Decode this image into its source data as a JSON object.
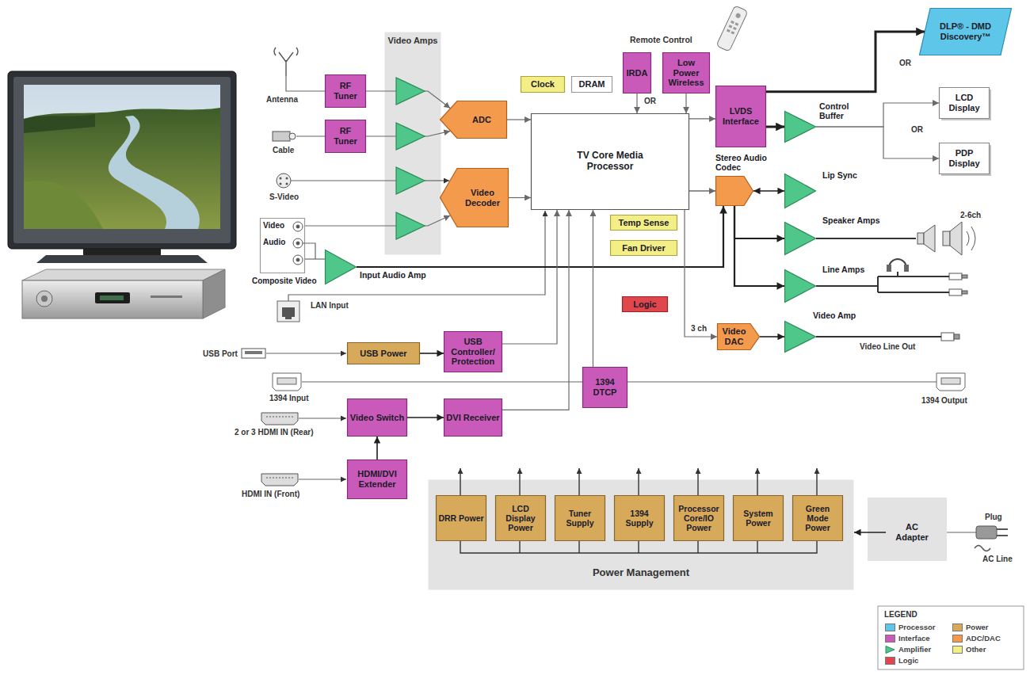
{
  "diagram": {
    "nodes": [
      {
        "text": [
          "Video Amps"
        ]
      },
      {
        "text": [
          "RF Tuner"
        ]
      },
      {
        "text": [
          "RF Tuner"
        ]
      },
      {
        "text": [
          "ADC"
        ]
      },
      {
        "text": [
          "Video Decoder"
        ]
      },
      {
        "text": [
          "Clock"
        ]
      },
      {
        "text": [
          "DRAM"
        ]
      },
      {
        "text": [
          "IRDA"
        ]
      },
      {
        "text": [
          "Low Power Wireless"
        ]
      },
      {
        "text": [
          "TV Core Media Processor"
        ]
      },
      {
        "text": [
          "LVDS Interface"
        ]
      },
      {
        "text": [
          "Control Buffer"
        ]
      },
      {
        "text": [
          "DLP® - DMD Discovery™"
        ]
      },
      {
        "text": [
          "LCD Display"
        ]
      },
      {
        "text": [
          "PDP Display"
        ]
      },
      {
        "text": [
          "Stereo Audio Codec"
        ]
      },
      {
        "text": [
          "Lip Sync"
        ]
      },
      {
        "text": [
          "Speaker Amps"
        ]
      },
      {
        "text": [
          "Line Amps"
        ]
      },
      {
        "text": [
          "Temp Sense"
        ]
      },
      {
        "text": [
          "Fan Driver"
        ]
      },
      {
        "text": [
          "Logic"
        ]
      },
      {
        "text": [
          "Video",
          "Audio",
          "Composite Video"
        ]
      },
      {
        "text": [
          "Input Audio Amp"
        ]
      },
      {
        "text": [
          "USB Power"
        ]
      },
      {
        "text": [
          "USB Controller/ Protection"
        ]
      },
      {
        "text": [
          "1394 DTCP"
        ]
      },
      {
        "text": [
          "Video DAC"
        ]
      },
      {
        "text": [
          "Video Amp"
        ]
      },
      {
        "text": [
          "Video Switch"
        ]
      },
      {
        "text": [
          "DVI Receiver"
        ]
      },
      {
        "text": [
          "HDMI/DVI Extender"
        ]
      },
      {
        "text": [
          "Power Management"
        ]
      },
      {
        "text": [
          "DRR Power"
        ],
        "in": 32
      },
      {
        "text": [
          "LCD Display Power"
        ],
        "in": 32
      },
      {
        "text": [
          "Tuner Supply"
        ],
        "in": 32
      },
      {
        "text": [
          "1394 Supply"
        ],
        "in": 32
      },
      {
        "text": [
          "Processor Core/IO Power"
        ],
        "in": 32
      },
      {
        "text": [
          "System Power"
        ],
        "in": 32
      },
      {
        "text": [
          "Green Mode Power"
        ],
        "in": 32
      },
      {
        "text": [
          "AC Adapter"
        ]
      }
    ],
    "edges": [
      {
        "from": 1,
        "to": 3,
        "arrow": "to"
      },
      {
        "from": 2,
        "to": 3,
        "arrow": "to"
      },
      {
        "from": 3,
        "to": 9,
        "arrow": "to"
      },
      {
        "from": 4,
        "to": 9,
        "arrow": "to"
      },
      {
        "from": 22,
        "to": 4,
        "arrow": "to"
      },
      {
        "from": 22,
        "to": 23,
        "arrow": "none"
      },
      {
        "from": 23,
        "to": 15,
        "arrow": "to"
      },
      {
        "from": 7,
        "to": 9,
        "arrow": "to"
      },
      {
        "from": 8,
        "to": 9,
        "arrow": "to"
      },
      {
        "from": 9,
        "to": 10,
        "arrow": "to"
      },
      {
        "from": 10,
        "to": 12,
        "arrow": "to"
      },
      {
        "from": 10,
        "to": 11,
        "arrow": "to"
      },
      {
        "from": 11,
        "to": 13,
        "arrow": "to"
      },
      {
        "from": 11,
        "to": 14,
        "arrow": "to"
      },
      {
        "from": 9,
        "to": 15,
        "arrow": "to"
      },
      {
        "from": 15,
        "to": 16,
        "arrow": "both"
      },
      {
        "from": 15,
        "to": 17,
        "arrow": "to"
      },
      {
        "from": 15,
        "to": 18,
        "arrow": "to"
      },
      {
        "from": 9,
        "to": 27,
        "arrow": "to",
        "label": "3 ch"
      },
      {
        "from": 27,
        "to": 28,
        "arrow": "to"
      },
      {
        "from": 24,
        "to": 25,
        "arrow": "to"
      },
      {
        "from": 25,
        "to": 9,
        "arrow": "to"
      },
      {
        "from": 26,
        "to": 9,
        "arrow": "to"
      },
      {
        "from": 29,
        "to": 30,
        "arrow": "to"
      },
      {
        "from": 30,
        "to": 9,
        "arrow": "to"
      },
      {
        "from": 31,
        "to": 29,
        "arrow": "to"
      },
      {
        "from": 40,
        "to": 32,
        "arrow": "to"
      }
    ],
    "labels": [
      "Antenna",
      "Cable",
      "S-Video",
      "Remote Control",
      "OR",
      "OR",
      "OR",
      "2-6ch",
      "Video Line Out",
      "LAN Input",
      "USB Port",
      "1394 Input",
      "1394 Output",
      "2 or 3 HDMI IN (Rear)",
      "HDMI IN (Front)",
      "Plug",
      "AC Line",
      "LEGEND"
    ],
    "legend": [
      {
        "text": "Processor",
        "color": "#5ec6e8"
      },
      {
        "text": "Interface",
        "color": "#c95ab9"
      },
      {
        "text": "Amplifier"
      },
      {
        "text": "Logic",
        "color": "#e0474c"
      },
      {
        "text": "Power",
        "color": "#d6a95b"
      },
      {
        "text": "ADC/DAC",
        "color": "#f39a4c"
      },
      {
        "text": "Other",
        "color": "#f3ef86"
      }
    ]
  }
}
